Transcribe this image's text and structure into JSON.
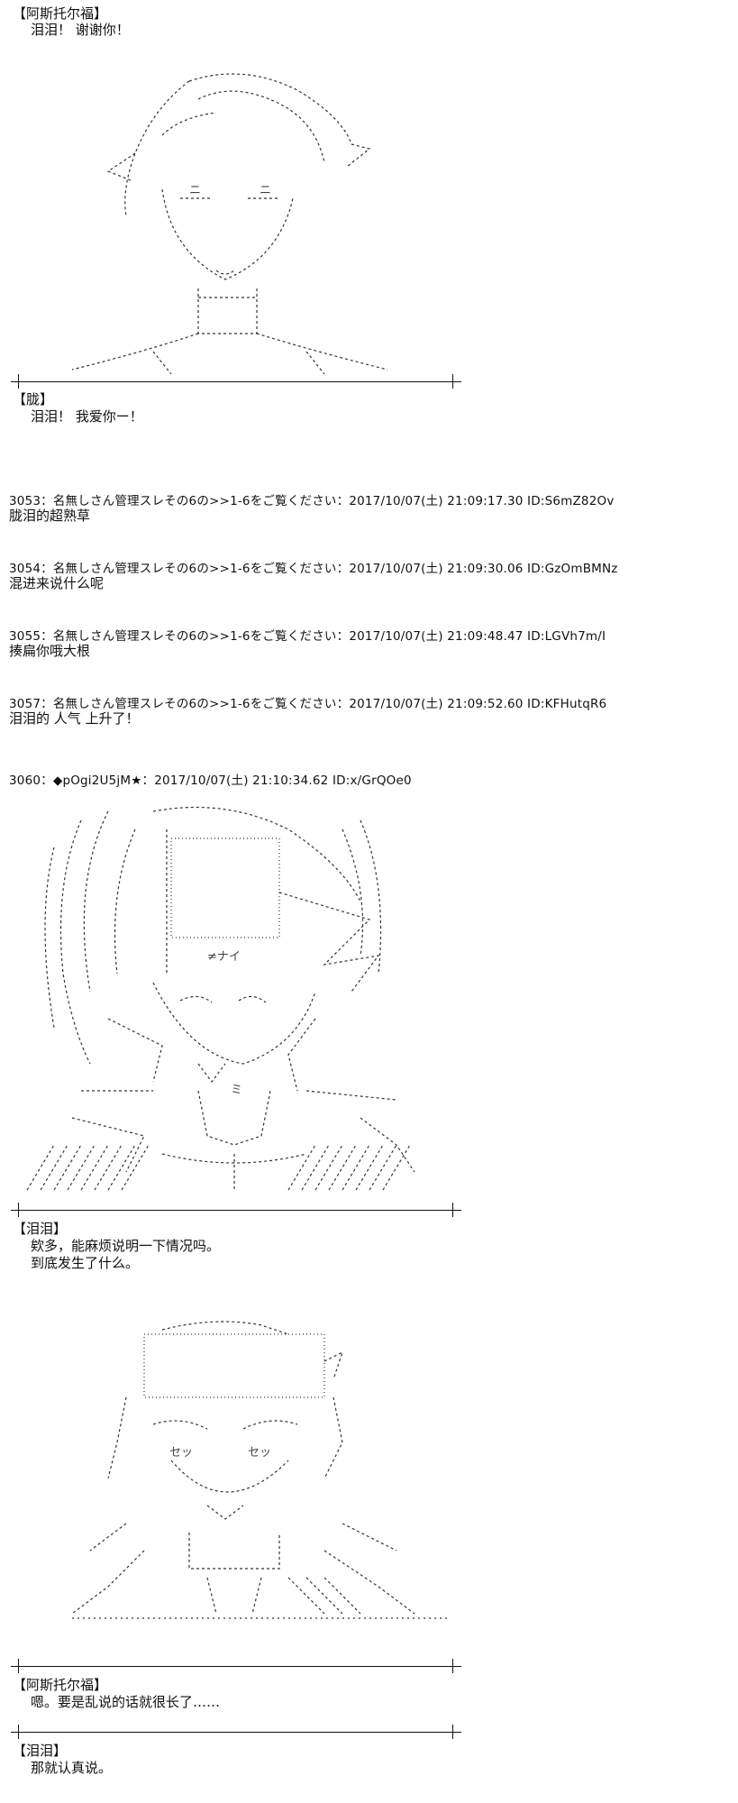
{
  "scene1": {
    "speaker": "【阿斯托尔福】",
    "line": "泪泪！ 谢谢你！"
  },
  "scene2": {
    "speaker": "【胧】",
    "line": "泪泪！ 我爱你ー！"
  },
  "posts": [
    {
      "header": "3053：名無しさん管理スレその6の>>1-6をご覧ください：2017/10/07(土) 21:09:17.30 ID:S6mZ82Ov",
      "body": "胧泪的超熟草"
    },
    {
      "header": "3054：名無しさん管理スレその6の>>1-6をご覧ください：2017/10/07(土) 21:09:30.06 ID:GzOmBMNz",
      "body": "混进来说什么呢"
    },
    {
      "header": "3055：名無しさん管理スレその6の>>1-6をご覧ください：2017/10/07(土) 21:09:48.47 ID:LGVh7m/I",
      "body": "揍扁你哦大根"
    },
    {
      "header": "3057：名無しさん管理スレその6の>>1-6をご覧ください：2017/10/07(土) 21:09:52.60 ID:KFHutqR6",
      "body": "泪泪的 人气 上升了！"
    }
  ],
  "post3060": {
    "header": "3060：◆pOgi2U5jM★：2017/10/07(土) 21:10:34.62 ID:x/GrQOe0"
  },
  "scene3": {
    "speaker": "【泪泪】",
    "line1": "欸多，能麻烦说明一下情况吗。",
    "line2": "到底发生了什么。"
  },
  "scene4": {
    "speaker": "【阿斯托尔福】",
    "line": "嗯。要是乱说的话就很长了……"
  },
  "scene5": {
    "speaker": "【泪泪】",
    "line": "那就认真说。"
  },
  "art_text": {
    "face1_left": "ニ",
    "face1_right": "ニ",
    "face2_eyes": "≠ナイ",
    "face2_mouth": "ミ",
    "face3_left": "セッ",
    "face3_right": "セッ"
  }
}
